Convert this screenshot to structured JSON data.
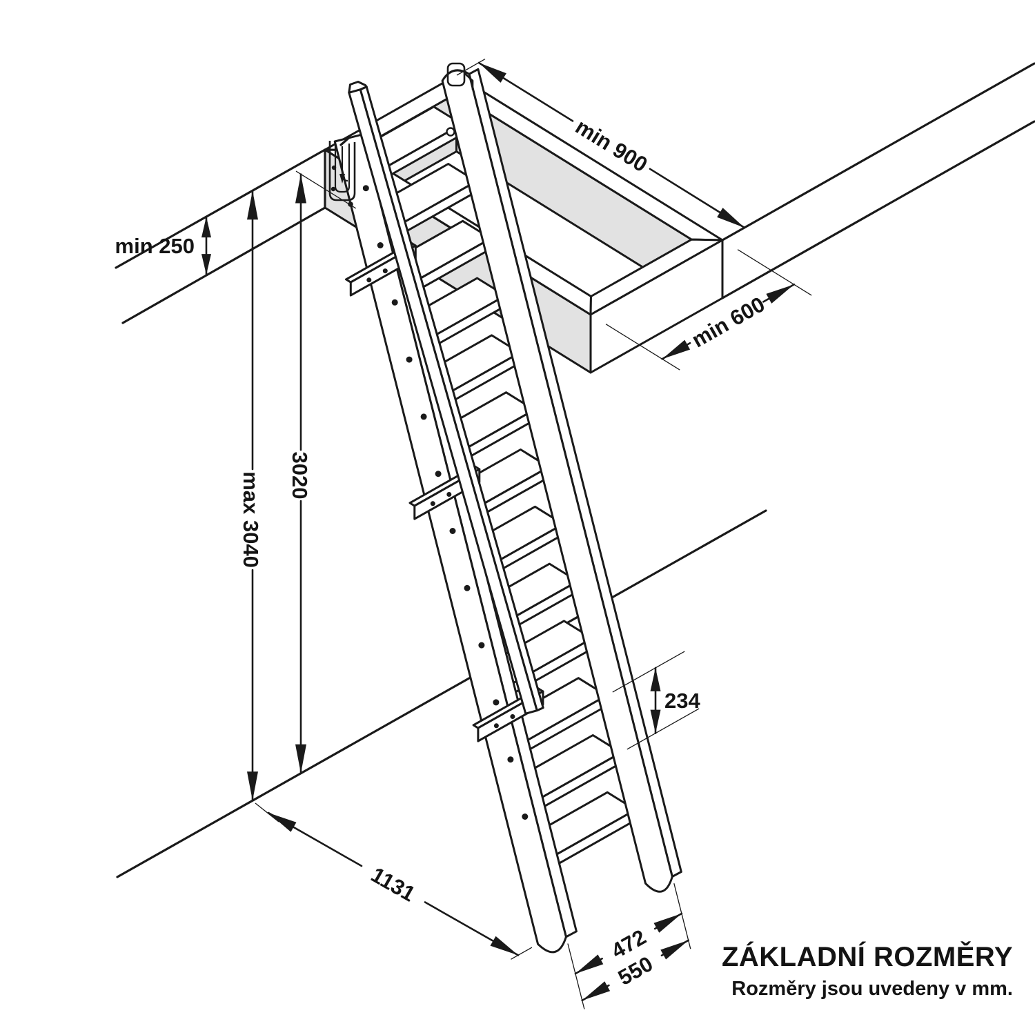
{
  "header": {
    "title": "ZÁKLADNÍ ROZMĚRY",
    "subtitle": "Rozměry jsou uvedeny v mm."
  },
  "dimensions": {
    "hatch_min_length": {
      "label": "min 900",
      "value": 900,
      "unit": "mm",
      "meaning": "minimum hatch opening length"
    },
    "hatch_min_width": {
      "label": "min 600",
      "value": 600,
      "unit": "mm",
      "meaning": "minimum hatch opening width"
    },
    "ceiling_min_thickness": {
      "label": "min 250",
      "value": 250,
      "unit": "mm",
      "meaning": "minimum ceiling thickness"
    },
    "room_height_max": {
      "label": "max 3040",
      "value": 3040,
      "unit": "mm",
      "meaning": "maximum floor to ceiling-top height"
    },
    "ladder_height": {
      "label": "3020",
      "value": 3020,
      "unit": "mm",
      "meaning": "floor to hatch underside height"
    },
    "step_spacing": {
      "label": "234",
      "value": 234,
      "unit": "mm",
      "meaning": "spacing between steps"
    },
    "floor_reach": {
      "label": "1131",
      "value": 1131,
      "unit": "mm",
      "meaning": "wall to ladder foot distance on floor"
    },
    "ladder_width_inner": {
      "label": "472",
      "value": 472,
      "unit": "mm",
      "meaning": "inner ladder width at foot"
    },
    "ladder_width_outer": {
      "label": "550",
      "value": 550,
      "unit": "mm",
      "meaning": "outer ladder width at foot"
    }
  },
  "drawing": {
    "steps_count": 13,
    "stringer_dots": 12,
    "colors": {
      "line": "#1a1a1a",
      "shaded_face": "#e2e2e2",
      "background": "#ffffff"
    }
  }
}
